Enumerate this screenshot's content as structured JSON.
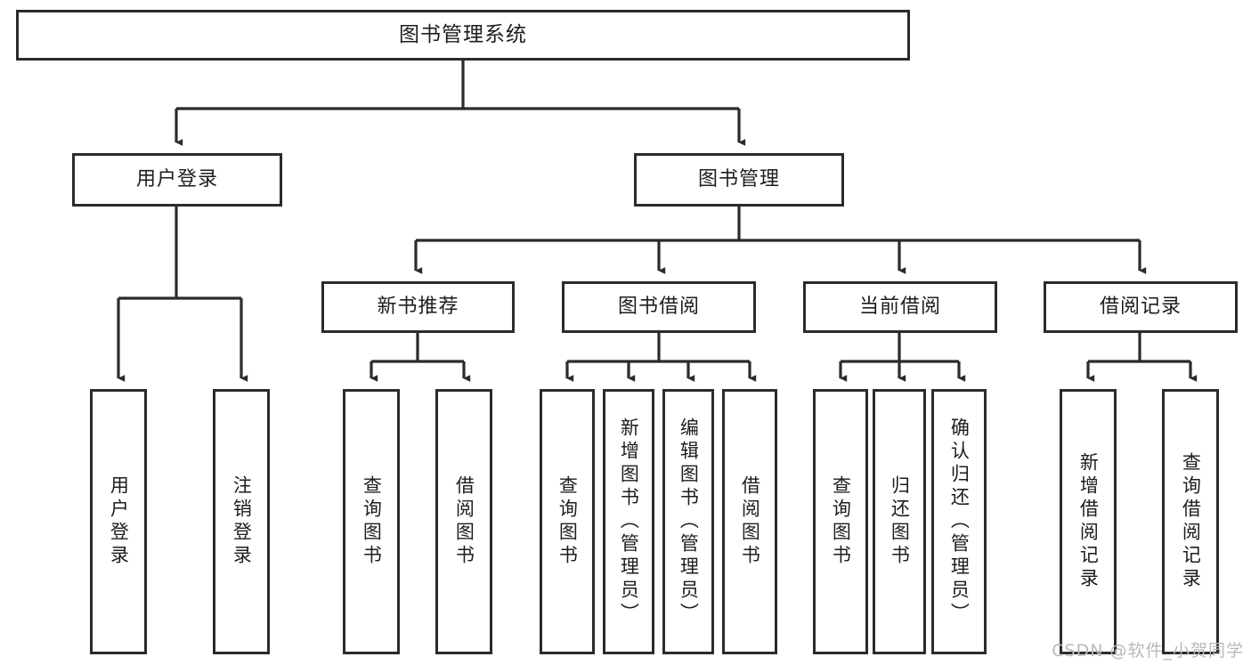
{
  "diagram": {
    "title": "图书管理系统",
    "type": "tree",
    "root": {
      "label": "图书管理系统"
    },
    "level1": [
      {
        "label": "用户登录"
      },
      {
        "label": "图书管理"
      }
    ],
    "level2": [
      {
        "label": "新书推荐"
      },
      {
        "label": "图书借阅"
      },
      {
        "label": "当前借阅"
      },
      {
        "label": "借阅记录"
      }
    ],
    "leaves": {
      "user_login": [
        {
          "label": "用户登录"
        },
        {
          "label": "注销登录"
        }
      ],
      "new_book_recommend": [
        {
          "label": "查询图书"
        },
        {
          "label": "借阅图书"
        }
      ],
      "book_borrow": [
        {
          "label": "查询图书"
        },
        {
          "label": "新增图书（管理员）"
        },
        {
          "label": "编辑图书（管理员）"
        },
        {
          "label": "借阅图书"
        }
      ],
      "current_borrow": [
        {
          "label": "查询图书"
        },
        {
          "label": "归还图书"
        },
        {
          "label": "确认归还（管理员）"
        }
      ],
      "borrow_record": [
        {
          "label": "新增借阅记录"
        },
        {
          "label": "查询借阅记录"
        }
      ]
    }
  },
  "watermark": {
    "text": "CSDN @软件_小贺同学"
  },
  "colors": {
    "stroke": "#2b2b2b",
    "background": "#ffffff",
    "text": "#1d1d1d",
    "watermark": "#b9b9b9"
  }
}
